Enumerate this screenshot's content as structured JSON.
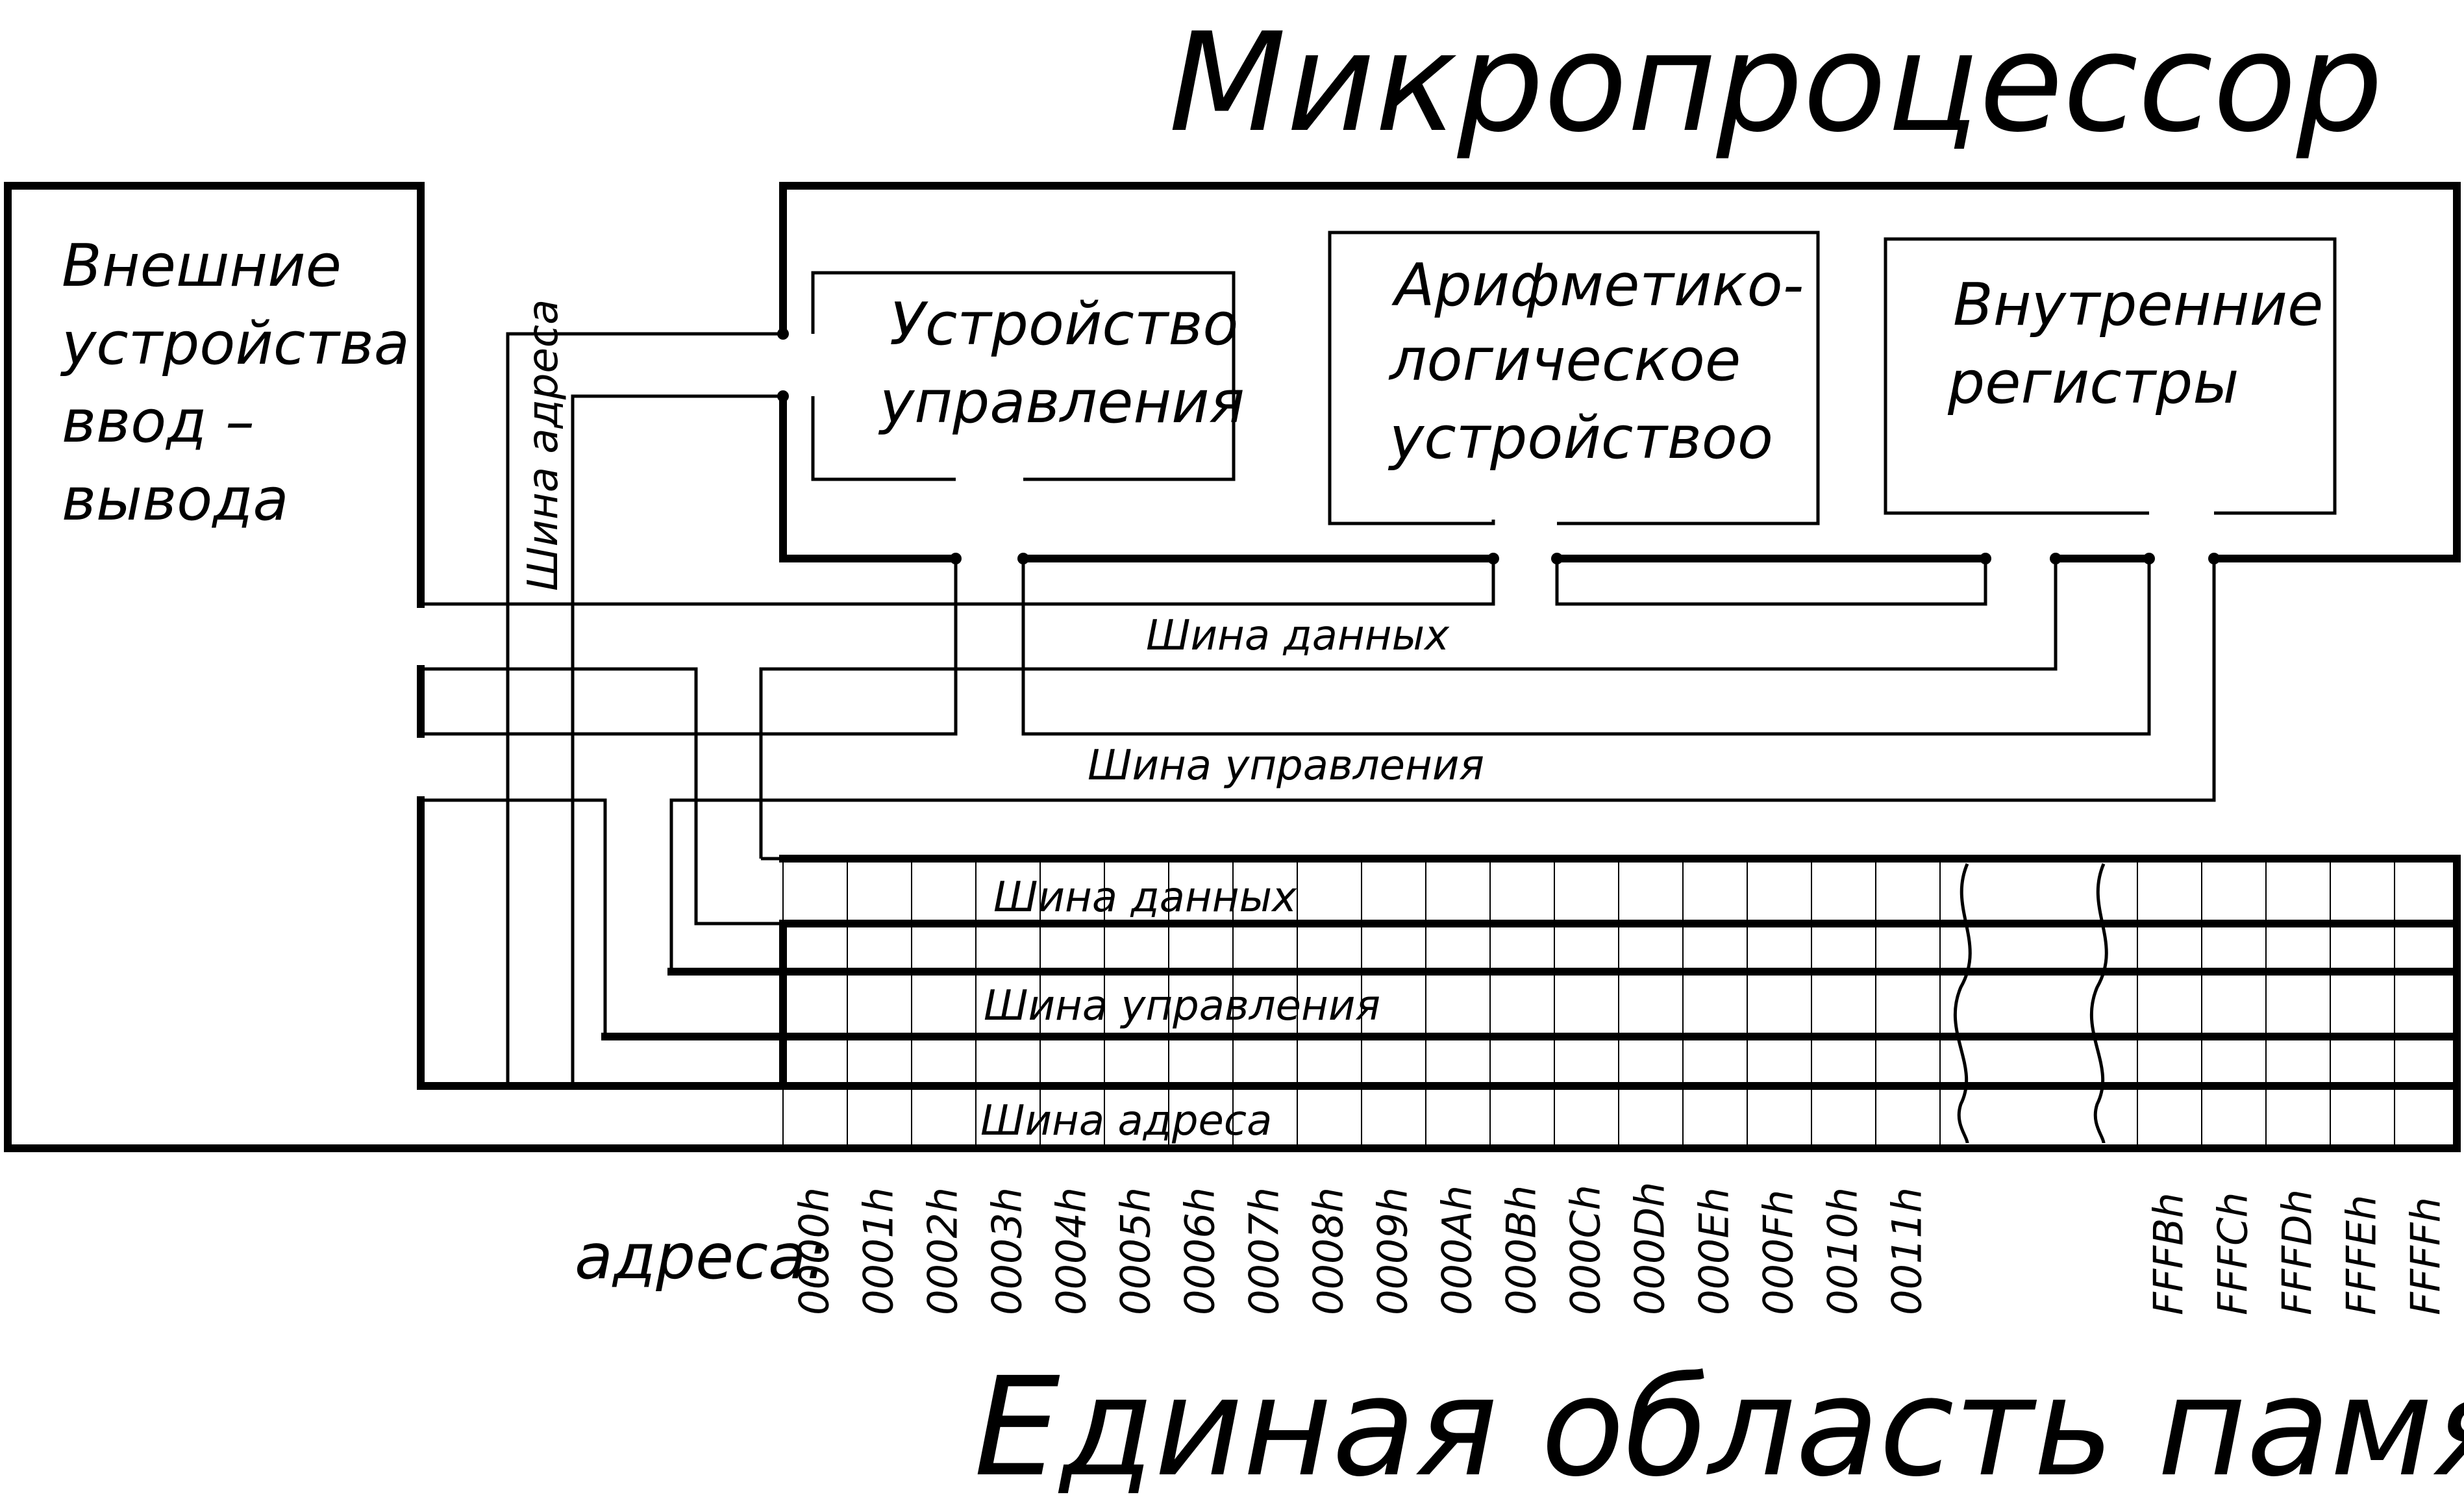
{
  "title": "Микропроцессор",
  "memory_title": "Единая  область памяти",
  "blocks": {
    "io": [
      "Внешние",
      "устройства",
      "ввод –",
      "вывода"
    ],
    "control": [
      "Устройство",
      "управления"
    ],
    "alu": [
      "Арифметико-",
      "логическое",
      "устройствоо"
    ],
    "registers": [
      "Внутренние",
      "регистры"
    ]
  },
  "bus_labels": {
    "address_vertical": "Шина адреса",
    "data_top": "Шина данных",
    "control_top": "Шина управления",
    "mem_data": "Шина данных",
    "mem_control": "Шина управления",
    "mem_address": "Шина адреса"
  },
  "addresses_label": "адреса:",
  "addresses_low": [
    "0000h",
    "0001h",
    "0002h",
    "0003h",
    "0004h",
    "0005h",
    "0006h",
    "0007h",
    "0008h",
    "0009h",
    "000Ah",
    "000Bh",
    "000Ch",
    "000Dh",
    "000Eh",
    "000Fh",
    "0010h",
    "0011h"
  ],
  "addresses_high": [
    "FFFBh",
    "FFFCh",
    "FFFDh",
    "FFFEh",
    "FFFFh"
  ]
}
